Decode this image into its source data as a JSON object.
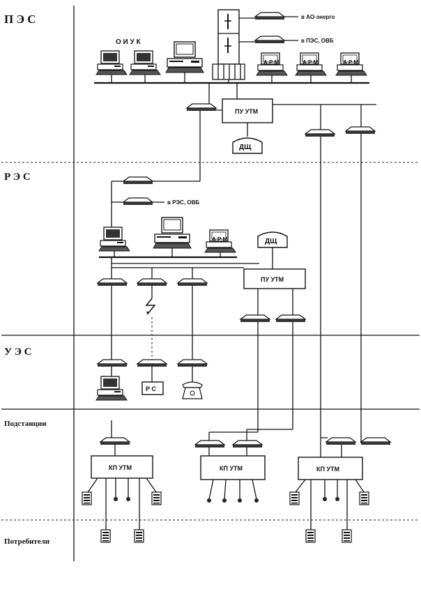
{
  "levels": {
    "pes": "П Э С",
    "res": "Р Э С",
    "ues": "У Э С",
    "substations": "Подстанции",
    "consumers": "Потребители"
  },
  "labels": {
    "oiuk": "О И У К",
    "to_energo": "в АО-энерго",
    "to_pes_obb": "в ПЭС, ОВБ",
    "to_res_obb": "в РЭС, ОВБ",
    "pu_utm_1": "ПУ УТМ",
    "pu_utm_2": "ПУ УТМ",
    "dshch_1": "ДЩ",
    "dshch_2": "ДЩ",
    "kp_utm_1": "КП УТМ",
    "kp_utm_2": "КП УТМ",
    "kp_utm_3": "КП УТМ",
    "rs": "Р С",
    "arm": "А Р М"
  }
}
